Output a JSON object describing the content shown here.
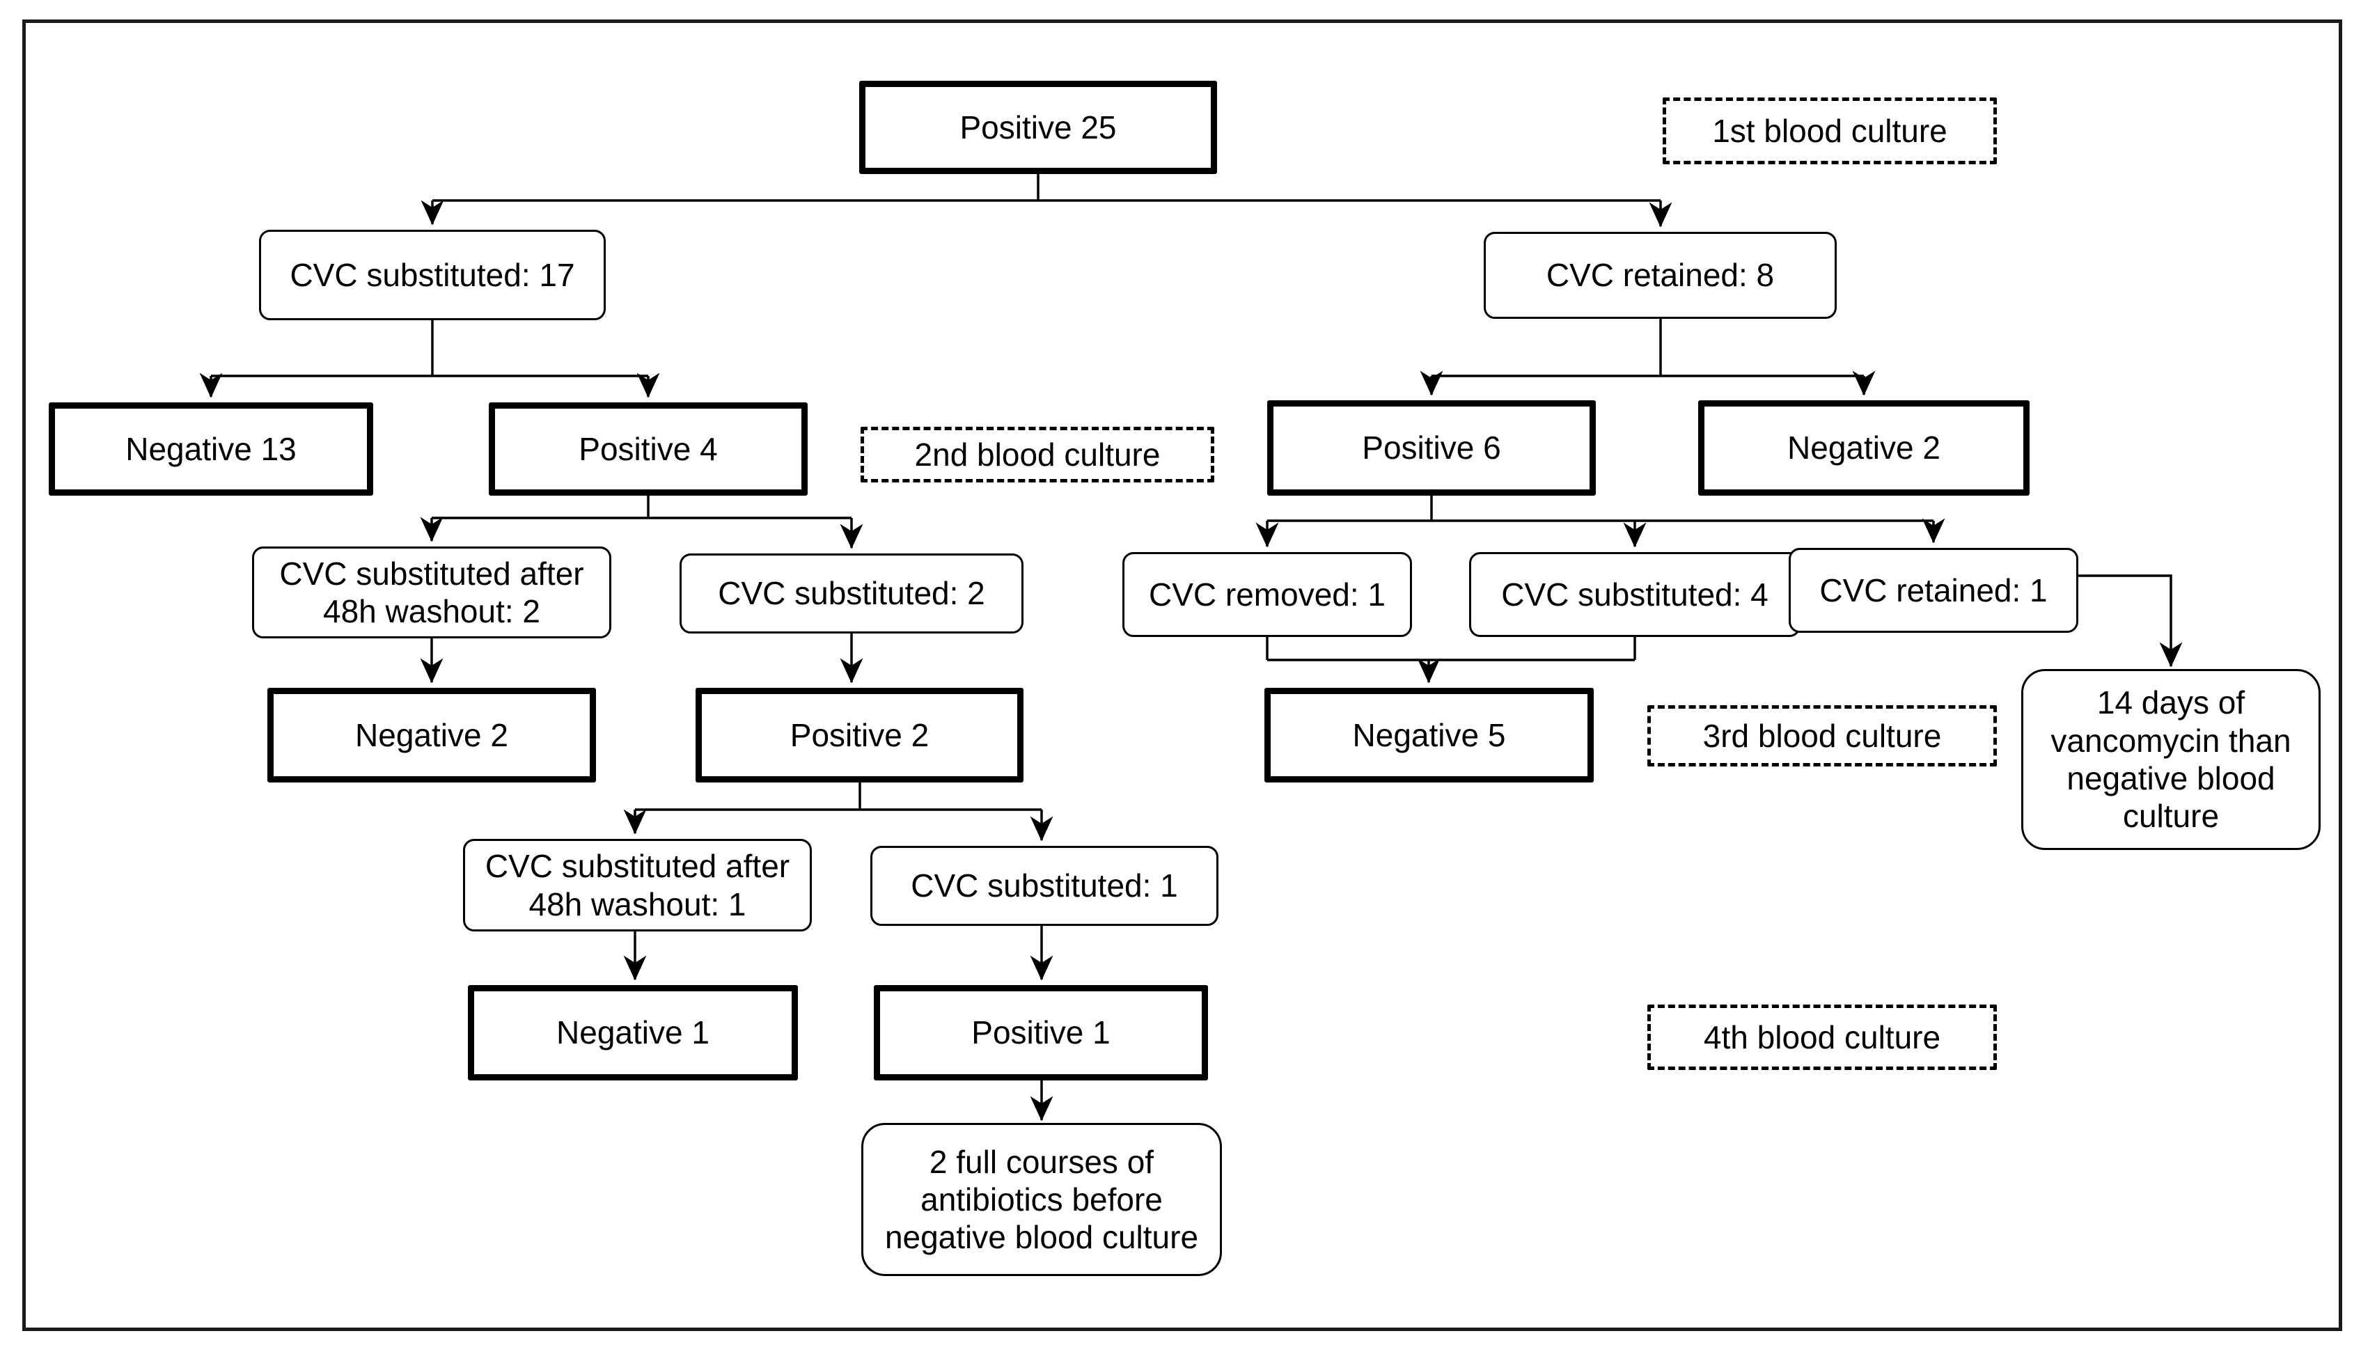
{
  "diagram": {
    "stages": {
      "bc1": "1st blood culture",
      "bc2": "2nd blood culture",
      "bc3": "3rd blood culture",
      "bc4": "4th blood culture"
    },
    "nodes": {
      "positive25": "Positive 25",
      "cvcSub17": "CVC substituted: 17",
      "cvcRet8": "CVC retained: 8",
      "negative13": "Negative 13",
      "positive4": "Positive 4",
      "positive6": "Positive 6",
      "negative2Right": "Negative 2",
      "cvcSubWashout2": "CVC substituted after 48h washout: 2",
      "cvcSub2": "CVC substituted: 2",
      "cvcRemoved1": "CVC removed: 1",
      "cvcSub4": "CVC substituted: 4",
      "cvcRet1": "CVC retained: 1",
      "negative2Left": "Negative 2",
      "positive2": "Positive 2",
      "negative5": "Negative 5",
      "vancomycin14": "14 days of vancomycin than negative blood culture",
      "cvcSubWashout1": "CVC substituted after 48h washout: 1",
      "cvcSub1": "CVC substituted: 1",
      "negative1": "Negative 1",
      "positive1": "Positive 1",
      "antibiotics2": "2 full courses of antibiotics before negative blood culture"
    }
  }
}
